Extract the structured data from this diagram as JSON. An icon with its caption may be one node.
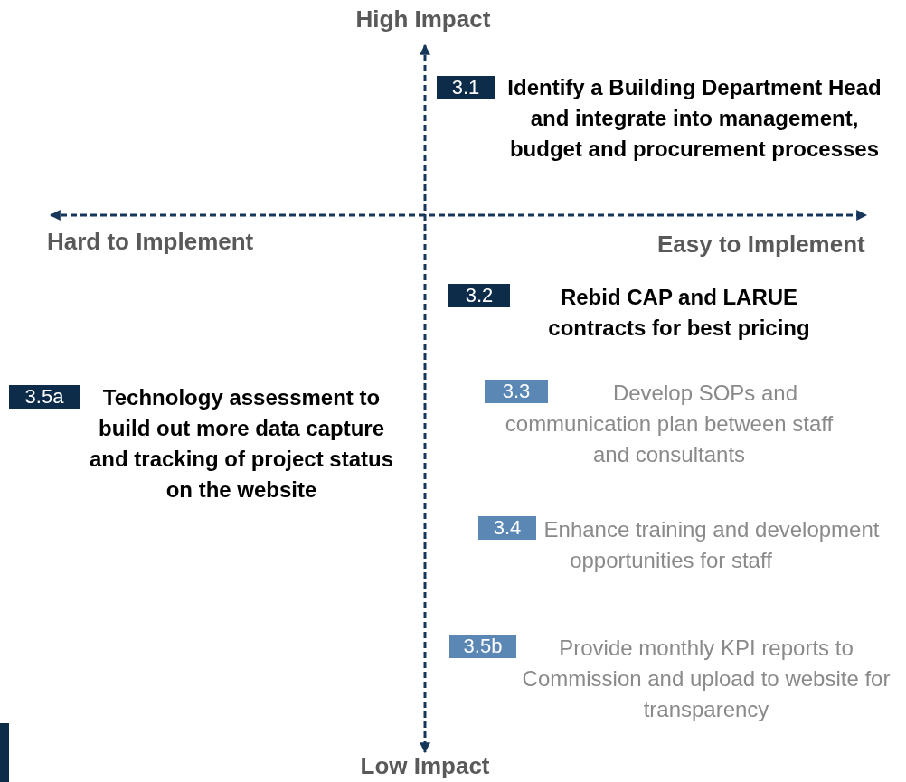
{
  "diagram": {
    "nodes": [
      {
        "text": [
          "3.1"
        ],
        "beside": [
          "Identify a Building Department Head and integrate into management, budget and procurement processes"
        ]
      },
      {
        "text": [
          "3.2"
        ],
        "beside": [
          "Rebid CAP and LARUE contracts for best pricing"
        ]
      },
      {
        "text": [
          "3.5a"
        ],
        "beside": [
          "Technology assessment to build out more data capture and tracking of project status on the website"
        ]
      },
      {
        "text": [
          "3.3"
        ],
        "beside": [
          "Develop SOPs and communication plan between staff and consultants"
        ]
      },
      {
        "text": [
          "3.4"
        ],
        "beside": [
          "Enhance training and development opportunities for staff"
        ]
      },
      {
        "text": [
          "3.5b"
        ],
        "beside": [
          "Provide monthly KPI reports to Commission and upload to website for transparency"
        ]
      }
    ],
    "labels": [
      "High Impact",
      "Hard to Implement",
      "Easy to Implement",
      "Low Impact"
    ]
  }
}
